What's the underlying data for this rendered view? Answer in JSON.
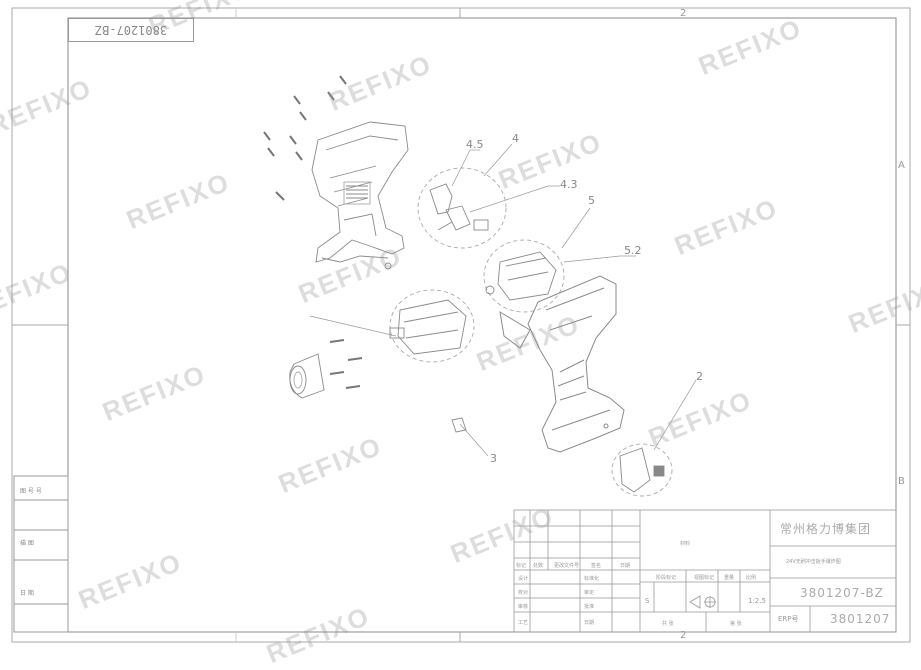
{
  "drawing": {
    "code_rotated": "3801207-BZ",
    "zones": {
      "top": "2",
      "bottom": "2",
      "right_a": "A",
      "right_b": "B"
    },
    "watermark_text": "REFIXO",
    "callouts": [
      "4.5",
      "4",
      "4.3",
      "5",
      "5.2",
      "3",
      "2"
    ],
    "side_panel": [
      "图 号 号",
      "描 图",
      "日 期"
    ]
  },
  "title_block": {
    "company": "常州格力博集团",
    "product": "24V无刷冲击扳手爆炸图",
    "drawing_number": "3801207-BZ",
    "erp_label": "ERP号",
    "erp_number": "3801207",
    "stage": "阶段标记",
    "scale_label": "比例",
    "weight_label": "重量",
    "scale_value": "1:2.5",
    "sheet_label": "共 张",
    "sheet_of": "第 张",
    "rev_col_headers": [
      "标记",
      "处数",
      "更改文件号",
      "签名",
      "日期"
    ],
    "sign_rows": [
      "设计",
      "校对",
      "审核",
      "工艺"
    ],
    "sign_mid": [
      "标准化",
      "审定",
      "批准",
      "日期"
    ],
    "view_label": "视图标记",
    "material_label": "材料",
    "tolerance_label": "S"
  }
}
